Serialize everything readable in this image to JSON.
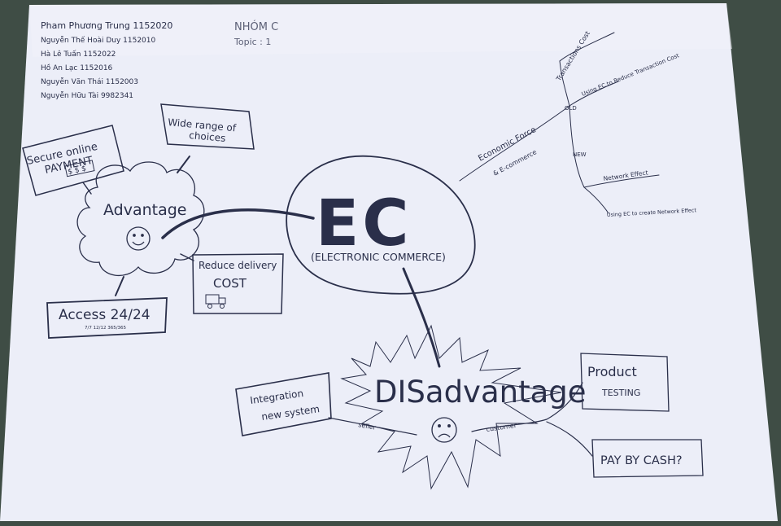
{
  "team": {
    "members": [
      "Pham Phương Trung 1152020",
      "Nguyễn Thế Hoài Duy 1152010",
      "Hà Lê Tuấn 1152022",
      "Hồ An Lạc 1152016",
      "Nguyễn Văn Thái 1152003",
      "Nguyễn Hữu Tài 9982341"
    ],
    "group": "NHÓM C",
    "topic": "Topic : 1"
  },
  "center": {
    "title": "EC",
    "subtitle": "(ELECTRONIC COMMERCE)"
  },
  "advantage": {
    "label": "Advantage",
    "boxes": {
      "payment_line1": "Secure online",
      "payment_line2": "PAYMENT",
      "payment_money": "$ $ $",
      "choices_line1": "Wide range of",
      "choices_line2": "choices",
      "delivery_line1": "Reduce delivery",
      "delivery_line2": "COST",
      "access_main": "Access 24/24",
      "access_small": "7/7   12/12   365/365"
    }
  },
  "disadvantage": {
    "label": "DISadvantage",
    "branch_seller": "seller",
    "branch_customer": "customer",
    "boxes": {
      "integration_line1": "Integration",
      "integration_line2": "new system",
      "product_line1": "Product",
      "product_line2": "TESTING",
      "cash": "PAY BY CASH?"
    }
  },
  "economic": {
    "branch_line1": "Economic Force",
    "branch_line2": "& E-commerce",
    "old": "OLD",
    "new": "NEW",
    "transaction_cost": "Transactions Cost",
    "reduce": "Using EC to Reduce Transaction Cost",
    "network_effect": "Network Effect",
    "create_network": "Using EC to create Network Effect"
  },
  "colors": {
    "ink": "#2a2f4a",
    "paper": "#eceef8",
    "background": "#3f4d45"
  }
}
